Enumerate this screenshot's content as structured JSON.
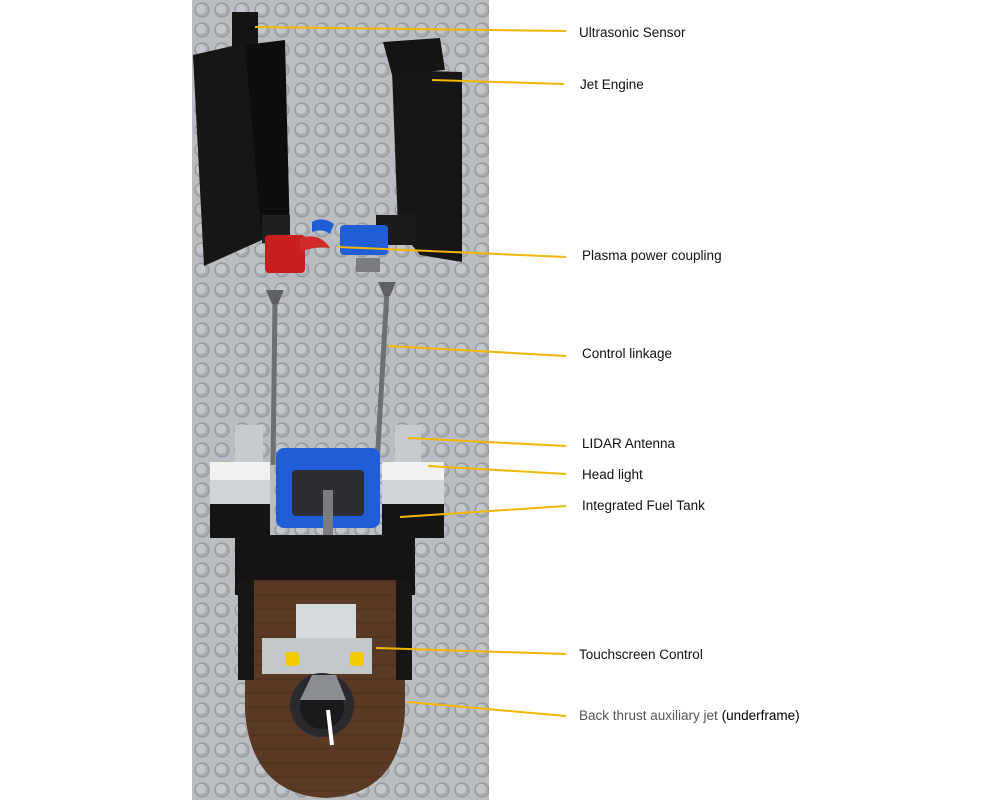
{
  "diagram": {
    "labels": [
      {
        "id": "ultrasonic-sensor",
        "text": "Ultrasonic Sensor"
      },
      {
        "id": "jet-engine",
        "text": "Jet Engine"
      },
      {
        "id": "plasma-power-coupling",
        "text": "Plasma power coupling"
      },
      {
        "id": "control-linkage",
        "text": "Control linkage"
      },
      {
        "id": "lidar-antenna",
        "text": "LIDAR Antenna"
      },
      {
        "id": "head-light",
        "text": "Head light"
      },
      {
        "id": "integrated-fuel-tank",
        "text": "Integrated Fuel Tank"
      },
      {
        "id": "touchscreen-control",
        "text": "Touchscreen Control"
      }
    ],
    "back_thrust": {
      "main": "Back thrust auxiliary jet",
      "suffix": "(underframe)"
    }
  },
  "colors": {
    "leader_line": "#f2b705",
    "baseplate": "#b9bcc0",
    "stud": "#a7aaae",
    "brick_black": "#141414",
    "brick_blue": "#1f5ed6",
    "brick_red": "#c81e1e",
    "brick_light_grey": "#cfd3d6",
    "brick_white": "#f1f1ef",
    "wood_brown": "#5a3a25",
    "rod_grey": "#6d6f73",
    "yellow_part": "#f3c900"
  }
}
